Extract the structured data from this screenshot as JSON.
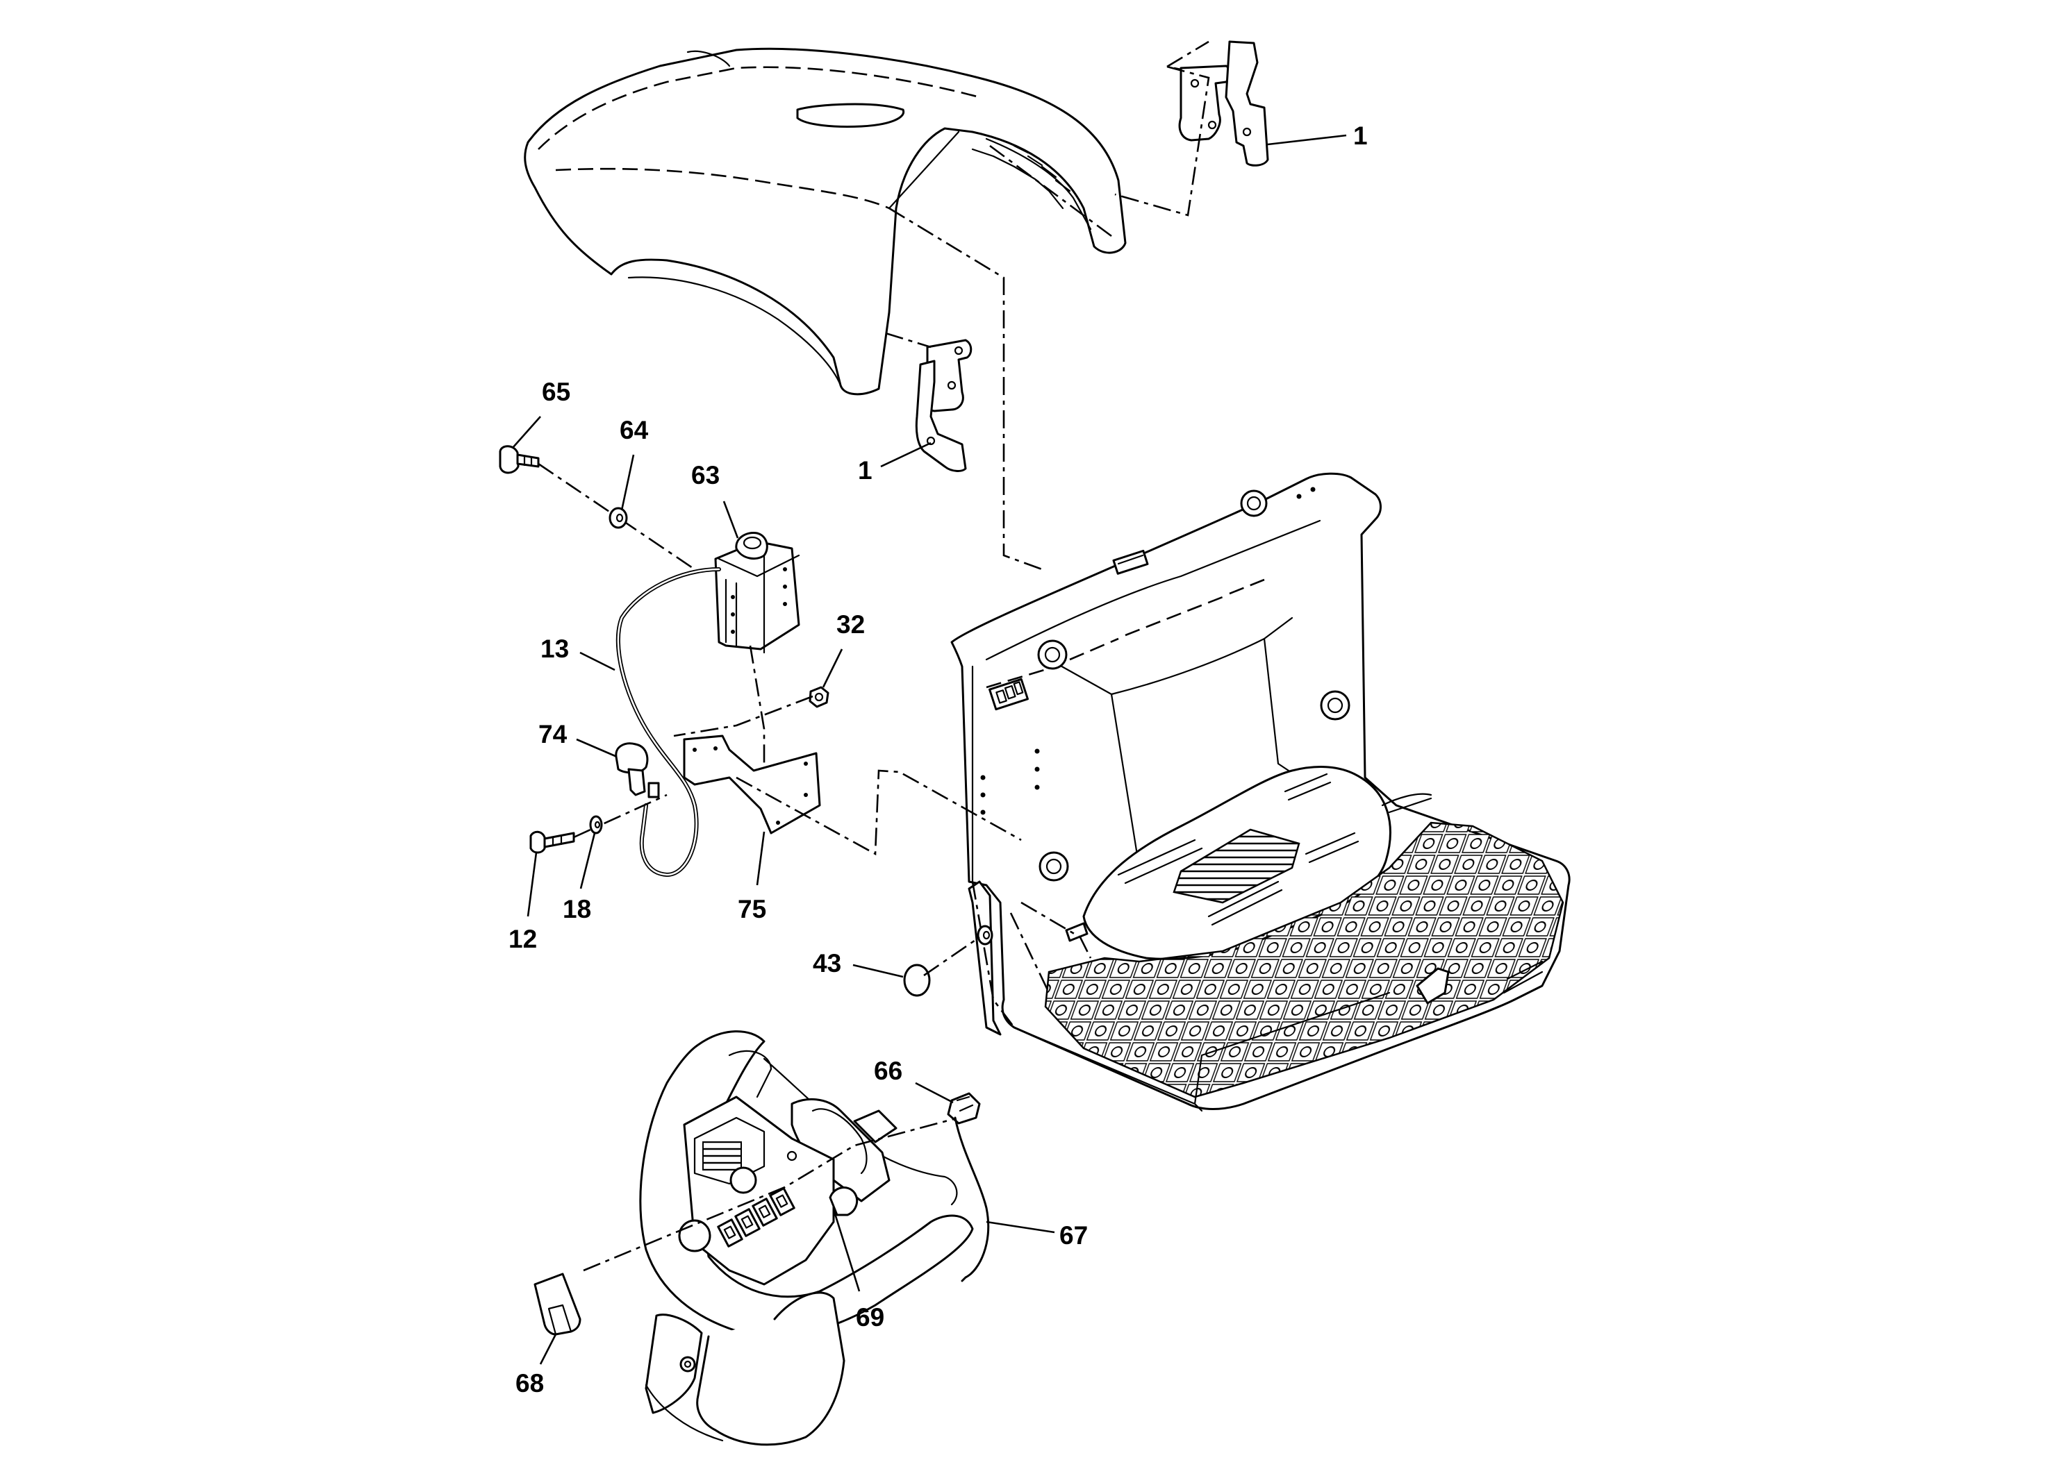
{
  "callouts": [
    {
      "id": "1a",
      "text": "1"
    },
    {
      "id": "1b",
      "text": "1"
    },
    {
      "id": "65",
      "text": "65"
    },
    {
      "id": "64",
      "text": "64"
    },
    {
      "id": "63",
      "text": "63"
    },
    {
      "id": "13",
      "text": "13"
    },
    {
      "id": "32",
      "text": "32"
    },
    {
      "id": "74",
      "text": "74"
    },
    {
      "id": "12",
      "text": "12"
    },
    {
      "id": "18",
      "text": "18"
    },
    {
      "id": "75",
      "text": "75"
    },
    {
      "id": "43",
      "text": "43"
    },
    {
      "id": "66",
      "text": "66"
    },
    {
      "id": "67",
      "text": "67"
    },
    {
      "id": "69",
      "text": "69"
    },
    {
      "id": "68",
      "text": "68"
    }
  ],
  "parts": [
    {
      "name": "hood-cover",
      "callout": null
    },
    {
      "name": "hinge",
      "callout": "1"
    },
    {
      "name": "bolt",
      "callout": "65"
    },
    {
      "name": "washer",
      "callout": "64"
    },
    {
      "name": "reservoir",
      "callout": "63"
    },
    {
      "name": "cable",
      "callout": "13"
    },
    {
      "name": "nut",
      "callout": "32"
    },
    {
      "name": "switch-knob",
      "callout": "74"
    },
    {
      "name": "screw",
      "callout": "12"
    },
    {
      "name": "washer",
      "callout": "18"
    },
    {
      "name": "bracket",
      "callout": "75"
    },
    {
      "name": "plug",
      "callout": "43"
    },
    {
      "name": "connector",
      "callout": "66"
    },
    {
      "name": "harness",
      "callout": "67"
    },
    {
      "name": "switch-panel",
      "callout": "69"
    },
    {
      "name": "pad",
      "callout": "68"
    },
    {
      "name": "seat-console-frame",
      "callout": null
    },
    {
      "name": "steering-console",
      "callout": null
    }
  ]
}
